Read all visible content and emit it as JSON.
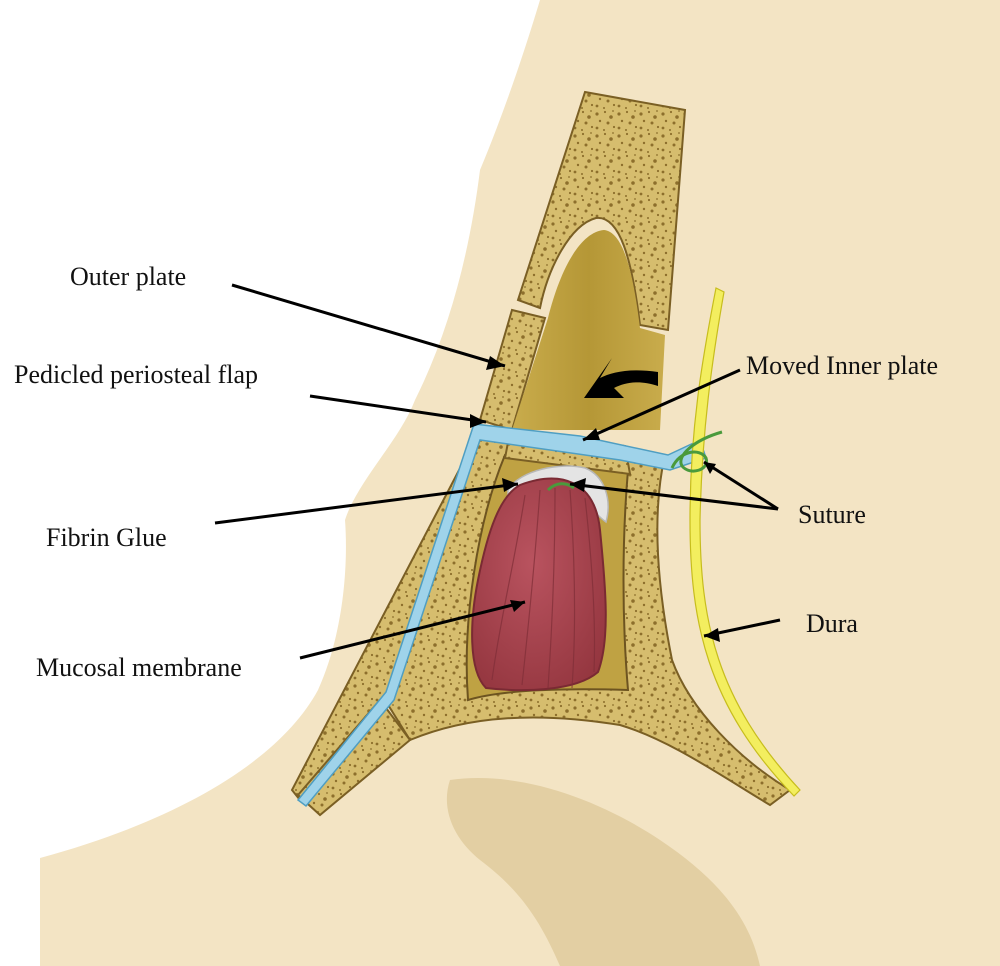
{
  "labels": {
    "outer_plate": "Outer plate",
    "pedicled_flap": "Pedicled periosteal flap",
    "moved_inner_plate": "Moved Inner plate",
    "fibrin_glue": "Fibrin Glue",
    "suture": "Suture",
    "dura": "Dura",
    "mucosal_membrane": "Mucosal membrane"
  },
  "colors": {
    "skin": "#f3e4c4",
    "skin_shadow": "#e3cfa3",
    "bone": "#d6bd6e",
    "bone_pore": "#8d6f2c",
    "sinus_cavity": "#bfa243",
    "periosteal_flap": "#9fd3ea",
    "dura": "#f3ee5f",
    "suture": "#4a9a3c",
    "fibrin_glue": "#e4e4e4",
    "mucosa": "#ad4c57",
    "leader": "#000000"
  }
}
